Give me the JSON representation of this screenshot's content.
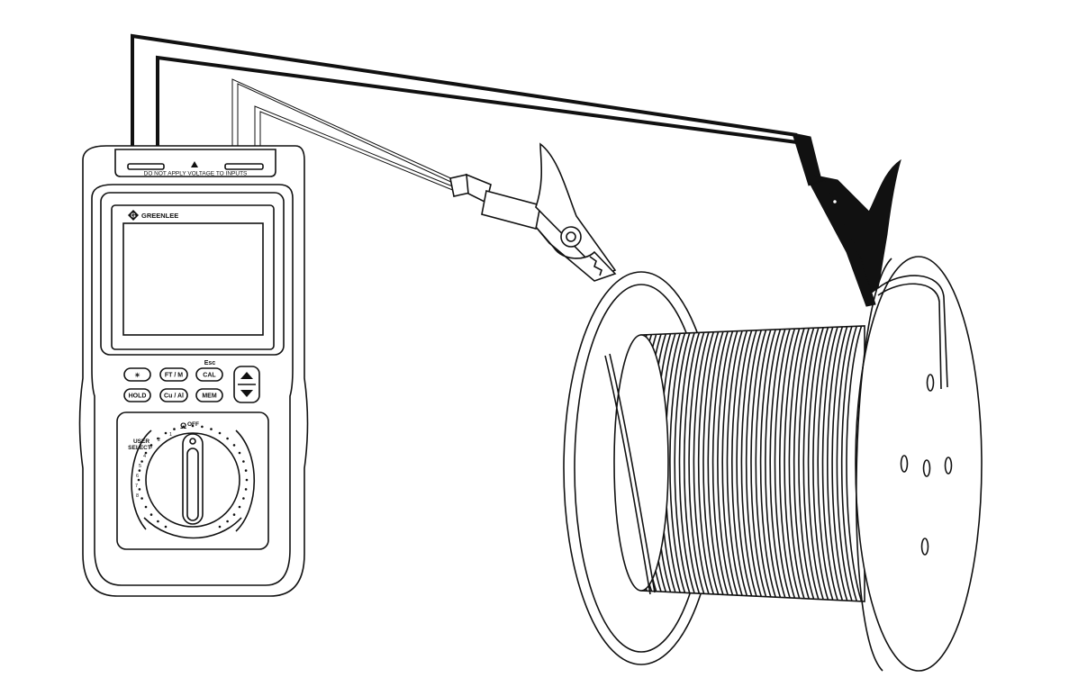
{
  "meter": {
    "warning_label": "DO NOT APPLY VOLTAGE TO INPUTS",
    "brand": "GREENLEE",
    "brand_mark": "G",
    "esc_label": "Esc",
    "buttons": {
      "backlight": "☀",
      "ft_m": "FT / M",
      "cal": "CAL",
      "hold": "HOLD",
      "cu_al": "Cu / Al",
      "mem": "MEM"
    },
    "dial": {
      "ohm": "Ω",
      "off": "OFF",
      "user_select_line1": "USER",
      "user_select_line2": "SELECT",
      "numbers": [
        "1",
        "2",
        "3",
        "4",
        "5",
        "6",
        "7",
        "8"
      ]
    }
  },
  "colors": {
    "ink": "#111111",
    "paper": "#ffffff"
  }
}
